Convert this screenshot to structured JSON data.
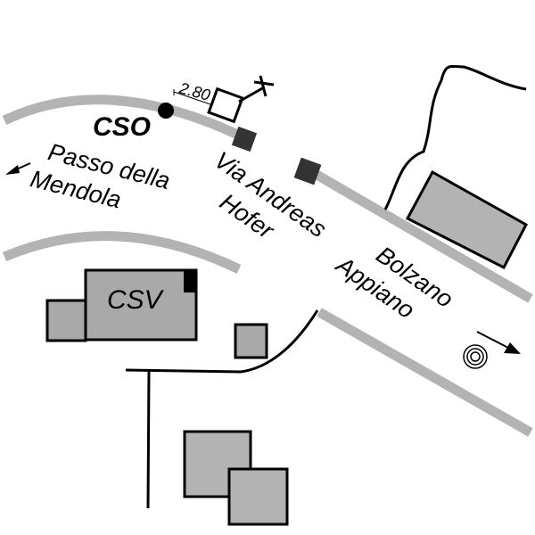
{
  "map": {
    "labels": {
      "cso": "CSO",
      "csv": "CSV",
      "passo_line1": "Passo della",
      "passo_line2": "Mendola",
      "street_line1": "Via Andreas",
      "street_line2": "Hofer",
      "bolzano": "Bolzano",
      "appiano": "Appiano",
      "distance": "2.80"
    },
    "colors": {
      "road": "#b3b3b3",
      "building": "#a9a9a9",
      "stop_marker": "#333333",
      "outline": "#000000"
    },
    "icons": {
      "cso_point": "filled-circle",
      "camera_marker": "square-with-cross",
      "direction_arrows": "arrow",
      "target": "concentric-circles"
    }
  }
}
